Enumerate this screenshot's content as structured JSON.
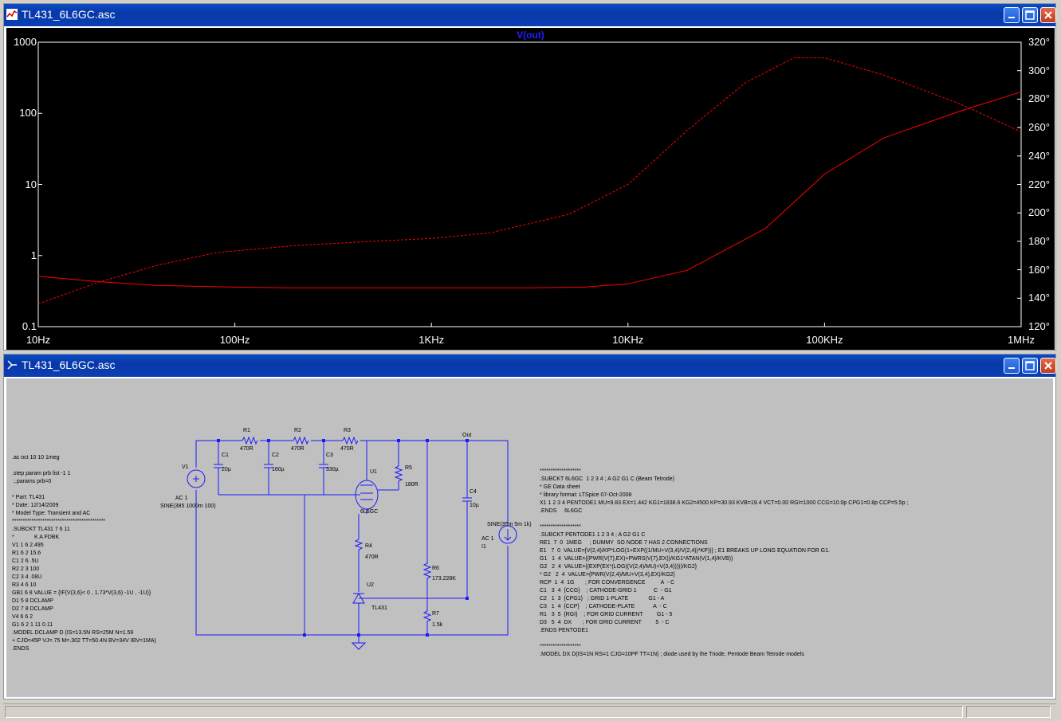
{
  "plot_window": {
    "title": "TL431_6L6GC.asc",
    "trace_name": "V(out)",
    "y_left_ticks": [
      "1000",
      "100",
      "10",
      "1",
      "0.1"
    ],
    "y_right_ticks": [
      "320°",
      "300°",
      "280°",
      "260°",
      "240°",
      "220°",
      "200°",
      "180°",
      "160°",
      "140°",
      "120°"
    ],
    "x_ticks": [
      "10Hz",
      "100Hz",
      "1KHz",
      "10KHz",
      "100KHz",
      "1MHz"
    ],
    "trace_color": "#ff0000",
    "background": "#000000"
  },
  "chart_data": {
    "type": "line",
    "title": "V(out)",
    "x_scale": "log",
    "xlim": [
      10,
      1000000
    ],
    "ylim_left": [
      0.1,
      1000
    ],
    "y_left_scale": "log",
    "ylim_right": [
      120,
      320
    ],
    "x_tick_labels": [
      "10Hz",
      "100Hz",
      "1KHz",
      "10KHz",
      "100KHz",
      "1MHz"
    ],
    "y_left_tick_labels": [
      "1000",
      "100",
      "10",
      "1",
      "0.1"
    ],
    "y_right_tick_labels": [
      "320°",
      "300°",
      "280°",
      "260°",
      "240°",
      "220°",
      "200°",
      "180°",
      "160°",
      "140°",
      "120°"
    ],
    "series": [
      {
        "style": "solid",
        "axis": "left",
        "x": [
          10,
          20,
          40,
          100,
          200,
          500,
          1000,
          3000,
          6000,
          10000,
          20000,
          50000,
          100000,
          200000,
          500000,
          1000000
        ],
        "y": [
          0.51,
          0.43,
          0.38,
          0.36,
          0.35,
          0.35,
          0.35,
          0.35,
          0.36,
          0.4,
          0.62,
          2.4,
          14,
          45,
          110,
          200
        ]
      },
      {
        "style": "dashed",
        "axis": "right",
        "x": [
          10,
          20,
          40,
          80,
          200,
          500,
          1000,
          2000,
          5000,
          10000,
          20000,
          40000,
          70000,
          100000,
          200000,
          500000,
          1000000
        ],
        "y": [
          136,
          151,
          163,
          172,
          177,
          180,
          182,
          186,
          199,
          220,
          258,
          292,
          309,
          309,
          297,
          276,
          257
        ]
      }
    ]
  },
  "schematic_window": {
    "title": "TL431_6L6GC.asc",
    "directives_left": [
      ".ac oct 10 10 1meg",
      "",
      ".step param prb list -1 1",
      " ;.params prb=0",
      "",
      "* Part: TL431",
      "* Date: 12/14/2009",
      "* Model Type: Transient and AC",
      "*******************************************",
      ".SUBCKT TL431 7 6 11",
      "*             K A FDBK",
      "V1 1 6 2.495",
      "R1 6 2 15.6",
      "C1 2 6 .5U",
      "R2 2 3 100",
      "C2 3 4 .08U",
      "R3 4 6 10",
      "GB1 6 8 VALUE = {IF(V(3,6)< 0 , 1.73*V(3,6) -1U , -1U)}",
      "D1 5 8 DCLAMP",
      "D2 7 8 DCLAMP",
      "V4 6 6 2",
      "G1 6 2 1 11 0.11",
      ".MODEL DCLAMP D (IS=13.5N RS=25M N=1.59",
      "+ CJO=45P VJ=.75 M=.302 TT=50.4N BV=34V IBV=1MA)",
      ".ENDS"
    ],
    "directives_right": [
      "*******************",
      ".SUBCKT 6L6GC  1 2 3 4 ; A G2 G1 C (Beam Tetrode)",
      "* GE Data sheet",
      "* library format: LTSpice 07-Oct-2008",
      "X1 1 2 3 4 PENTODE1 MU=9.83 EX=1.442 KG1=1838.6 KG2=4500 KP=30.93 KVB=19.4 VCT=0.00 RGI=1000 CCG=10.0p CPG1=0.8p CCP=5.5p ;",
      ".ENDS     6L6GC",
      "",
      "*******************",
      ".SUBCKT PENTODE1 1 2 3 4 ; A G2 G1 C",
      "RE1  7  0  1MEG     ; DUMMY  SO NODE 7 HAS 2 CONNECTIONS",
      "E1   7  0  VALUE={V(2,4)/KP*LOG(1+EXP((1/MU+V(3,4)/V(2,4))*KP))} ; E1 BREAKS UP LONG EQUATION FOR G1.",
      "G1   1  4  VALUE={(PWR(V(7),EX)+PWRS(V(7),EX))/KG1*ATAN(V(1,4)/KVB)}",
      "G2   2  4  VALUE={(EXP(EX*(LOG((V(2,4)/MU)+V(3,4)))))/KG2}",
      "* G2   2  4  VALUE={PWR(V(2,4)/MU+V(3,4),EX)/KG2}",
      "RCP  1  4  1G       ; FOR CONVERGENCE          A  - C",
      "C1   3  4  {CCG}    ; CATHODE-GRID 1           C  - G1",
      "C2   1  3  {CPG1}   ; GRID 1-PLATE             G1 - A",
      "C3   1  4  {CCP}    ; CATHODE-PLATE            A  - C",
      "R1   3  5  {RGI}    ; FOR GRID CURRENT         G1 - 5",
      "D3   5  4  DX       ; FOR GRID CURRENT         5  - C",
      ".ENDS PENTODE1",
      "",
      "*******************",
      ".MODEL DX D(IS=1N RS=1 CJO=10PF TT=1N) ; diode used by the Triode, Pentode Beam Tetrode models"
    ],
    "labels": {
      "r1": "R1",
      "r1v": "470R",
      "r2": "R2",
      "r2v": "470R",
      "r3": "R3",
      "r3v": "470R",
      "c1": "C1",
      "c1v": "20µ",
      "c2": "C2",
      "c2v": "160µ",
      "c3": "C3",
      "c3v": "330µ",
      "u1": "U1",
      "u1v": "6L6GC",
      "r5": "R5",
      "r5v": "180R",
      "out": "Out",
      "c4": "C4",
      "c4v": "10µ",
      "v1": "V1",
      "v1ac": "AC 1",
      "v1sine": "SINE(385 1000m 100)",
      "r4": "R4",
      "r4v": "470R",
      "u2": "U2",
      "u2v": "TL431",
      "r6": "R6",
      "r6v": "173.228K",
      "r7": "R7",
      "r7v": "1.5k",
      "i1sine": "SINE(35m 5m 1k)",
      "i1ac": "AC 1",
      "i1": "I1"
    }
  }
}
